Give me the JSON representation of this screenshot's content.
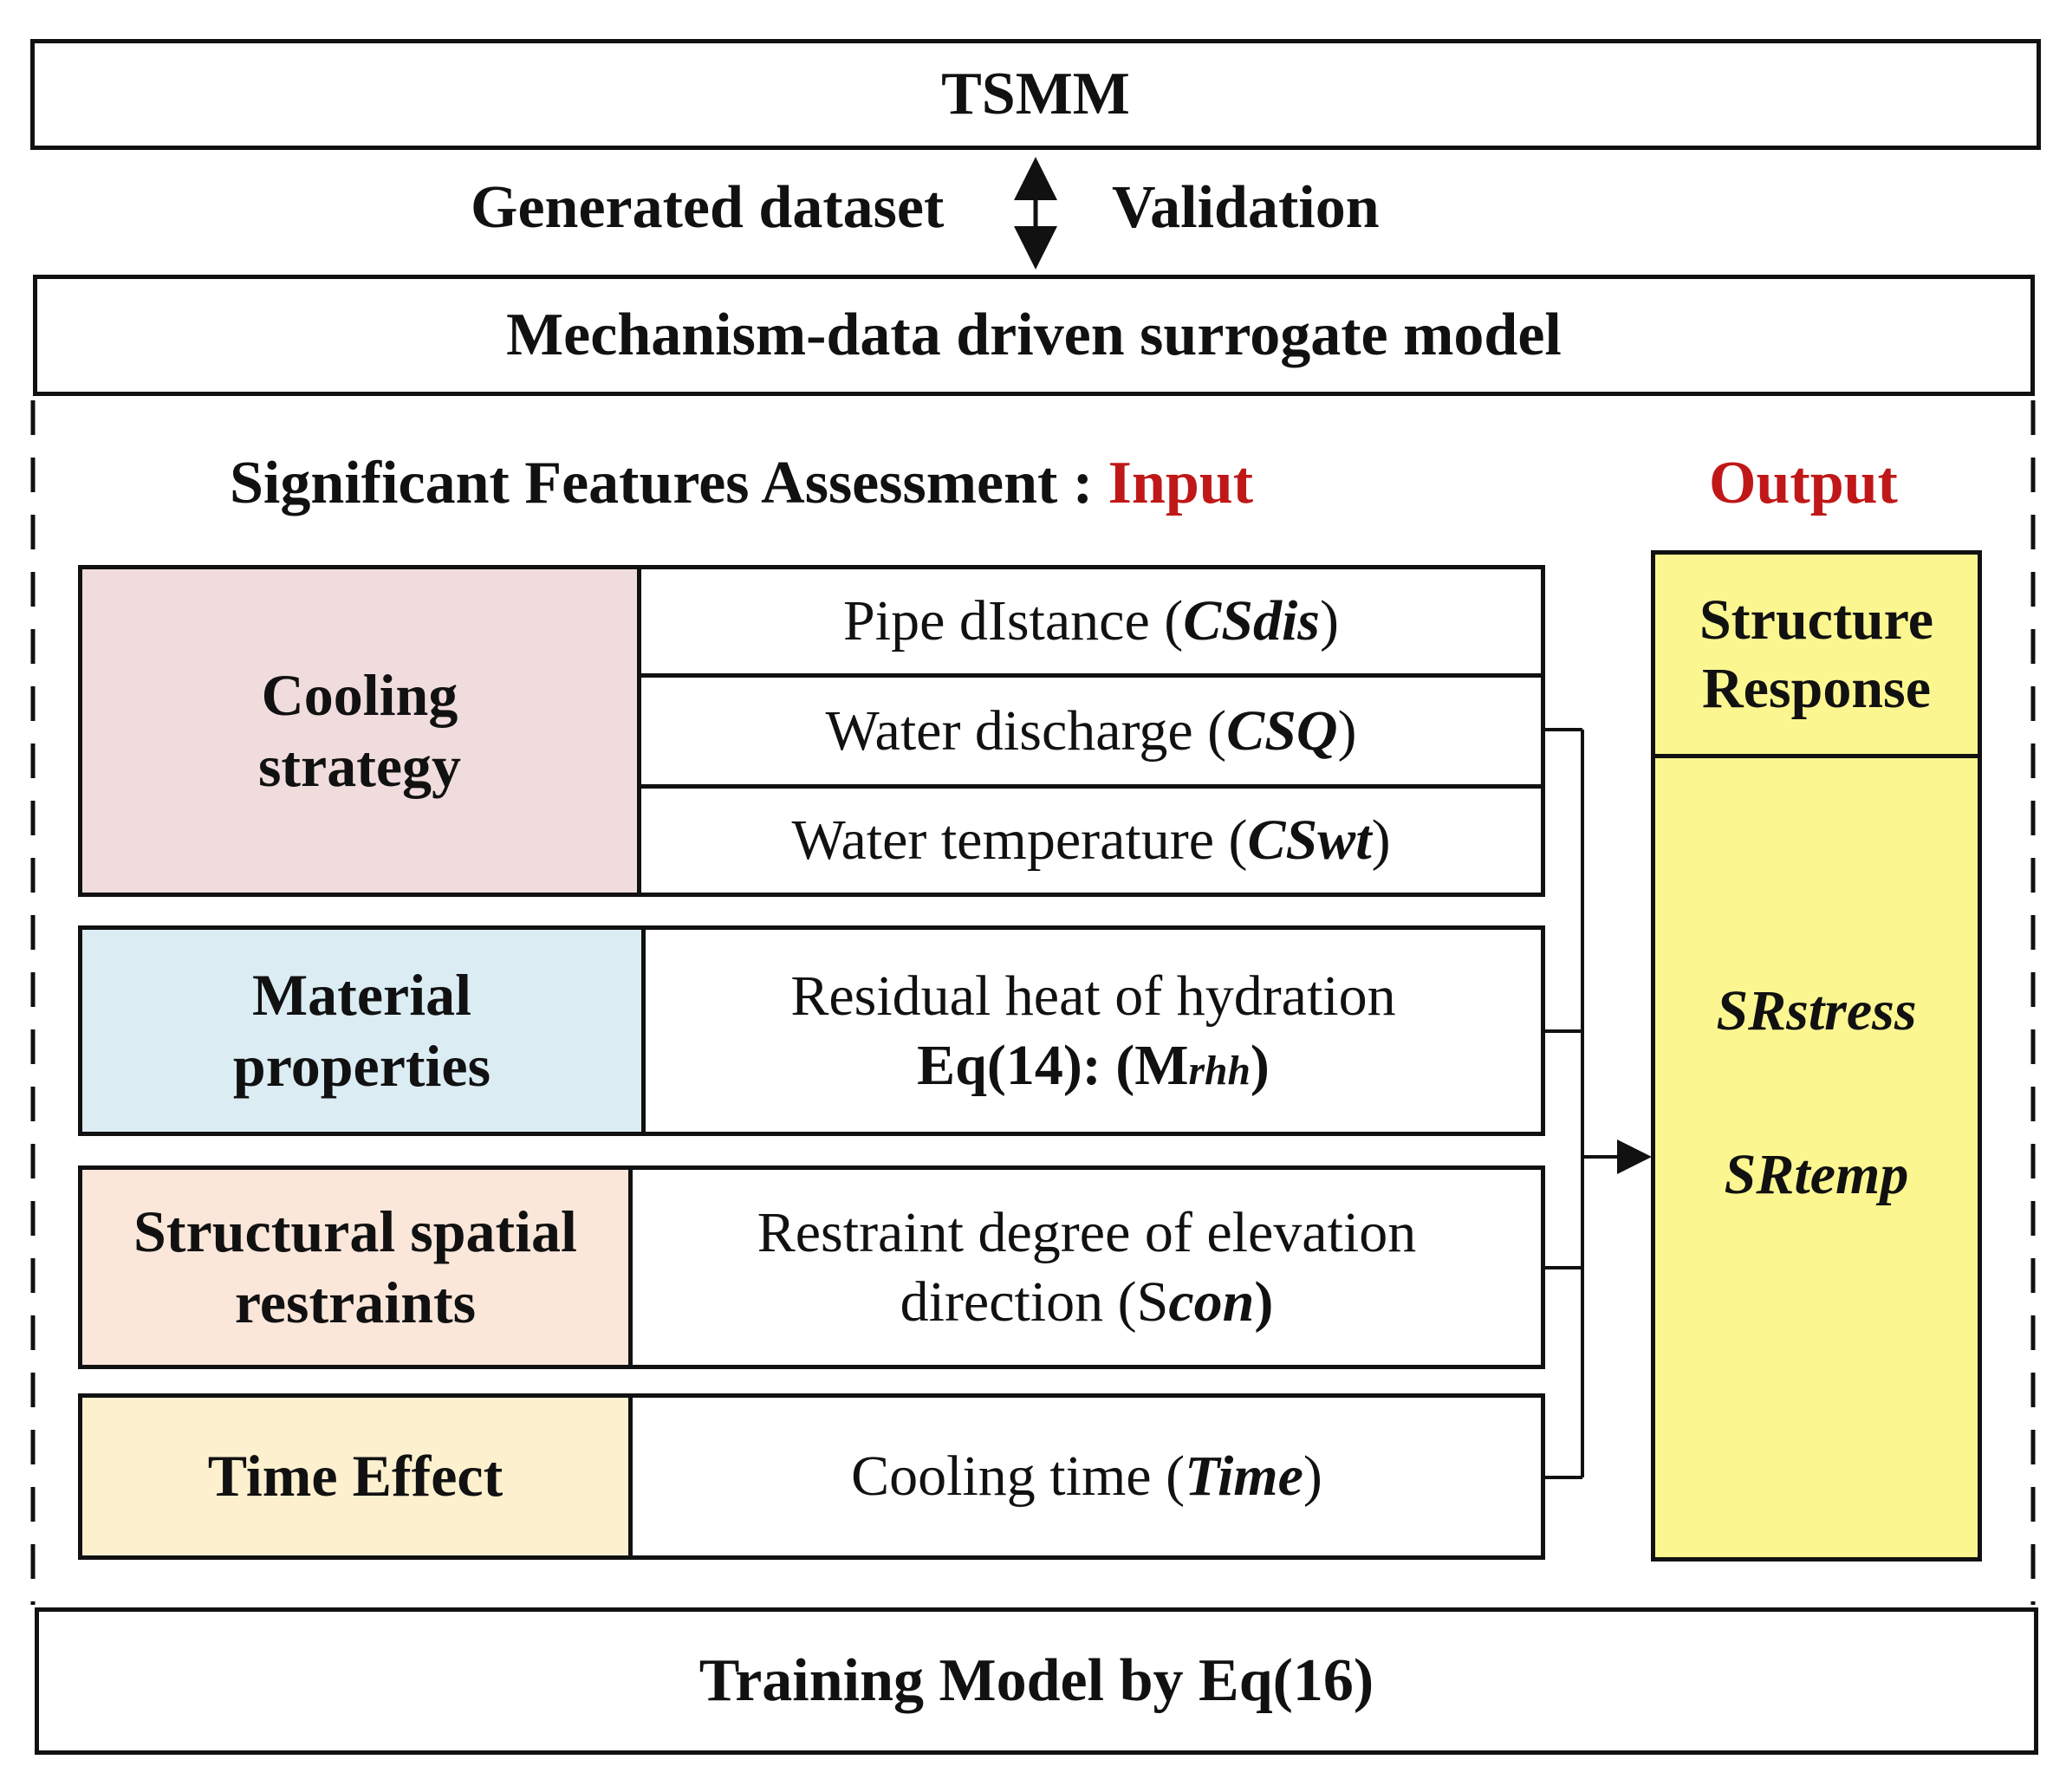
{
  "top_box": {
    "title": "TSMM"
  },
  "link": {
    "left_label": "Generated dataset",
    "right_label": "Validation"
  },
  "model_box": {
    "title": "Mechanism-data driven surrogate model"
  },
  "assessment": {
    "heading": "Significant Features Assessment :",
    "input_label": "Input",
    "output_label": "Output"
  },
  "groups": [
    {
      "category": "Cooling strategy",
      "color": "#f0dcdc",
      "features": [
        {
          "text": "Pipe dIstance (",
          "symbol": "CSdis",
          "close": ")"
        },
        {
          "text": "Water discharge (",
          "symbol": "CSQ",
          "close": ")"
        },
        {
          "text": "Water temperature (",
          "symbol": "CSwt",
          "close": ")"
        }
      ]
    },
    {
      "category": "Material properties",
      "color": "#dbecf3",
      "features": [
        {
          "line1": "Residual heat of hydration",
          "line2_pre": "Eq(14): (M",
          "line2_sub": "rhh",
          "line2_close": ")"
        }
      ]
    },
    {
      "category": "Structural spatial restraints",
      "color": "#fbe6da",
      "features": [
        {
          "line1": "Restraint degree of elevation",
          "line2_pre": "direction (S",
          "line2_it": "con",
          "line2_close": ")"
        }
      ]
    },
    {
      "category": "Time Effect",
      "color": "#fdf0ce",
      "features": [
        {
          "text": "Cooling time (",
          "symbol": "Time",
          "close": ")"
        }
      ]
    }
  ],
  "output": {
    "header": "Structure Response",
    "color": "#fbf690",
    "items": [
      "SRstress",
      "SRtemp"
    ]
  },
  "bottom_box": {
    "title": "Training Model by Eq(16)"
  }
}
